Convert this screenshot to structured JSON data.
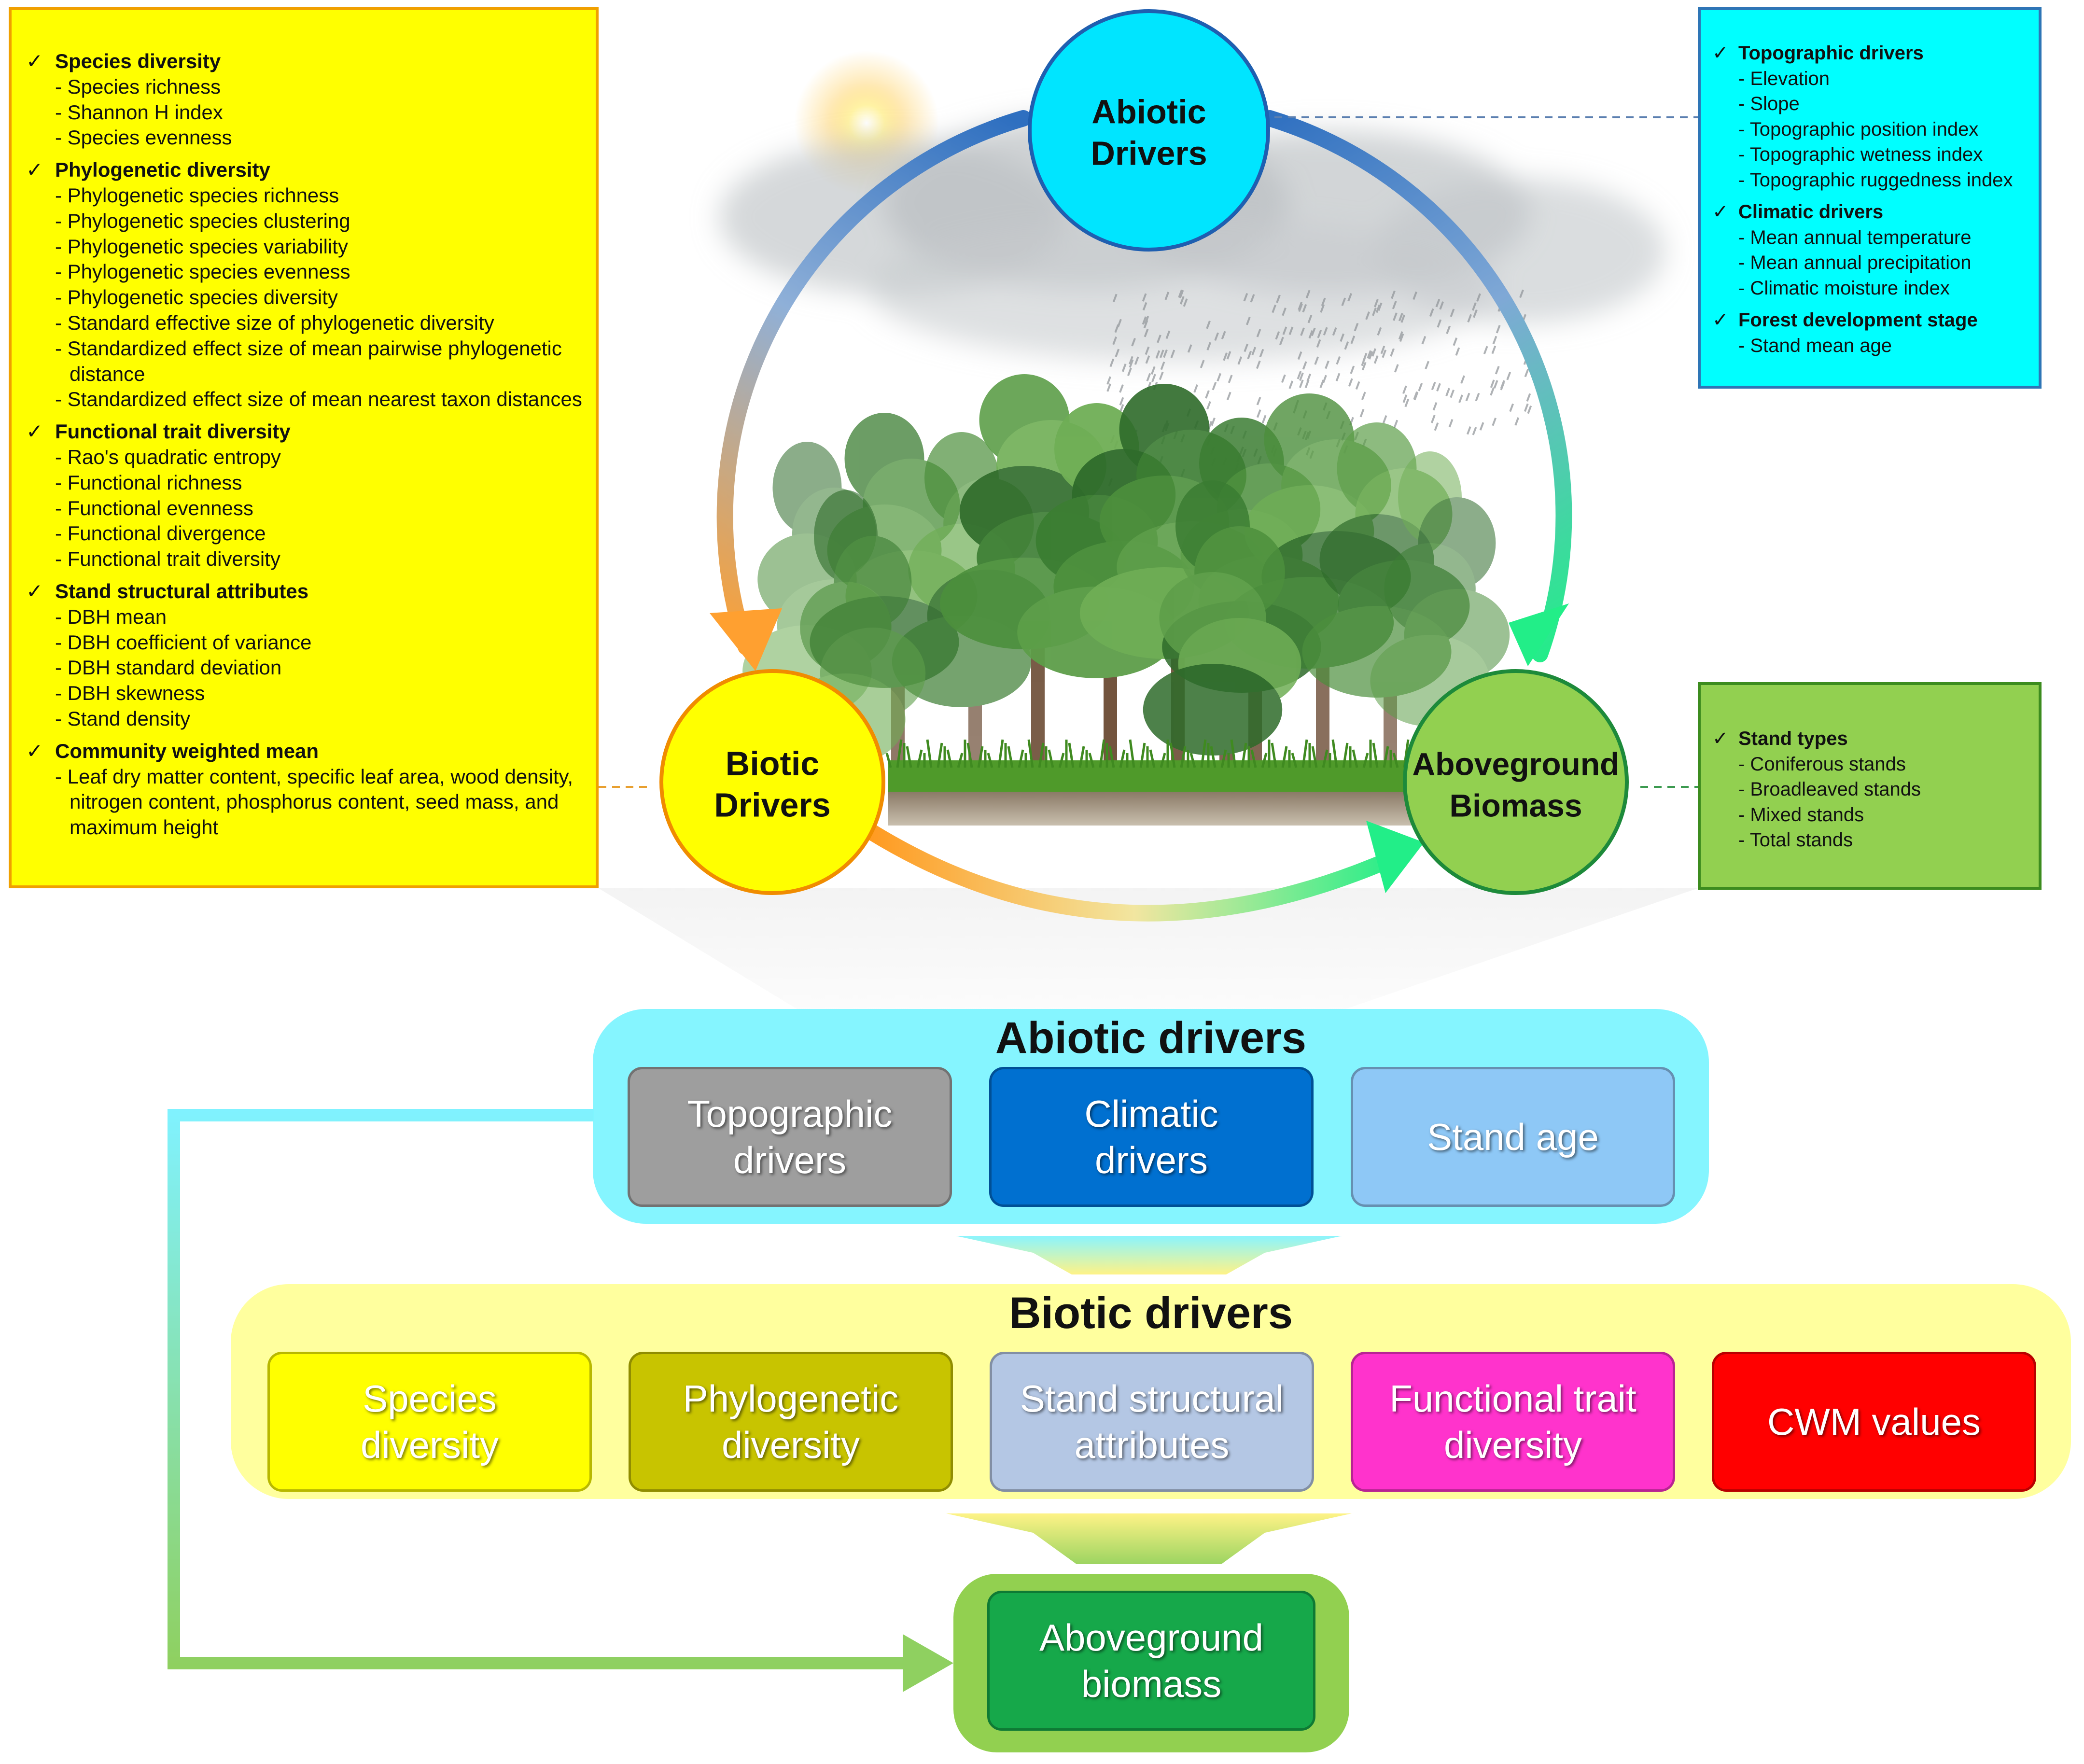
{
  "circle_nodes": {
    "abiotic": "Abiotic\nDrivers",
    "biotic": "Biotic\nDrivers",
    "aboveground": "Aboveground\nBiomass"
  },
  "biotic_list": {
    "check_mark": "✓",
    "groups": [
      {
        "title": "Species diversity",
        "items": [
          "- Species richness",
          "- Shannon H index",
          "- Species evenness"
        ]
      },
      {
        "title": "Phylogenetic diversity",
        "items": [
          "- Phylogenetic species richness",
          "- Phylogenetic species clustering",
          "- Phylogenetic species variability",
          "- Phylogenetic species evenness",
          "- Phylogenetic species diversity",
          "- Standard effective size of phylogenetic diversity",
          "- Standardized effect size of mean pairwise phylogenetic distance",
          "- Standardized effect size of mean nearest taxon distances"
        ]
      },
      {
        "title": "Functional trait diversity",
        "items": [
          "- Rao's quadratic entropy",
          "- Functional richness",
          "- Functional evenness",
          "- Functional divergence",
          "- Functional trait diversity"
        ]
      },
      {
        "title": "Stand structural attributes",
        "items": [
          "- DBH mean",
          "- DBH coefficient of variance",
          "- DBH standard deviation",
          "- DBH skewness",
          "- Stand density"
        ]
      },
      {
        "title": "Community weighted mean",
        "items": [
          "- Leaf dry matter content, specific leaf area, wood density, nitrogen content, phosphorus content, seed mass, and maximum height"
        ]
      }
    ]
  },
  "abiotic_list": {
    "check_mark": "✓",
    "groups": [
      {
        "title": "Topographic drivers",
        "items": [
          "- Elevation",
          "- Slope",
          "- Topographic position index",
          "- Topographic wetness index",
          "- Topographic ruggedness index"
        ]
      },
      {
        "title": "Climatic drivers",
        "items": [
          "- Mean annual temperature",
          "- Mean annual precipitation",
          "- Climatic moisture index"
        ]
      },
      {
        "title": "Forest development stage",
        "items": [
          "- Stand mean age"
        ]
      }
    ]
  },
  "biomass_list": {
    "check_mark": "✓",
    "groups": [
      {
        "title": "Stand types",
        "items": [
          "- Coniferous stands",
          "- Broadleaved stands",
          "- Mixed stands",
          "- Total stands"
        ]
      }
    ]
  },
  "abiotic_panel": {
    "title": "Abiotic drivers",
    "boxes": [
      {
        "label": "Topographic\ndrivers",
        "color": "#9e9e9e"
      },
      {
        "label": "Climatic\ndrivers",
        "color": "#0070d0"
      },
      {
        "label": "Stand age",
        "color": "#8ec8f6"
      }
    ]
  },
  "biotic_panel": {
    "title": "Biotic drivers",
    "boxes": [
      {
        "label": "Species\ndiversity",
        "color": "#ffff00"
      },
      {
        "label": "Phylogenetic\ndiversity",
        "color": "#c8c400"
      },
      {
        "label": "Stand structural\nattributes",
        "color": "#b4c7e4"
      },
      {
        "label": "Functional trait\ndiversity",
        "color": "#ff33cc"
      },
      {
        "label": "CWM values",
        "color": "#ff0000"
      }
    ]
  },
  "outcome": {
    "label": "Aboveground\nbiomass",
    "color": "#16a84a"
  },
  "colors": {
    "abiotic_circle": "#00e5ff",
    "biotic_circle": "#ffff00",
    "biomass_circle": "#92d050",
    "abiotic_panel_bg": "#7ef4ff",
    "biotic_panel_bg": "#ffff99",
    "outcome_panel_bg": "#92d050"
  }
}
